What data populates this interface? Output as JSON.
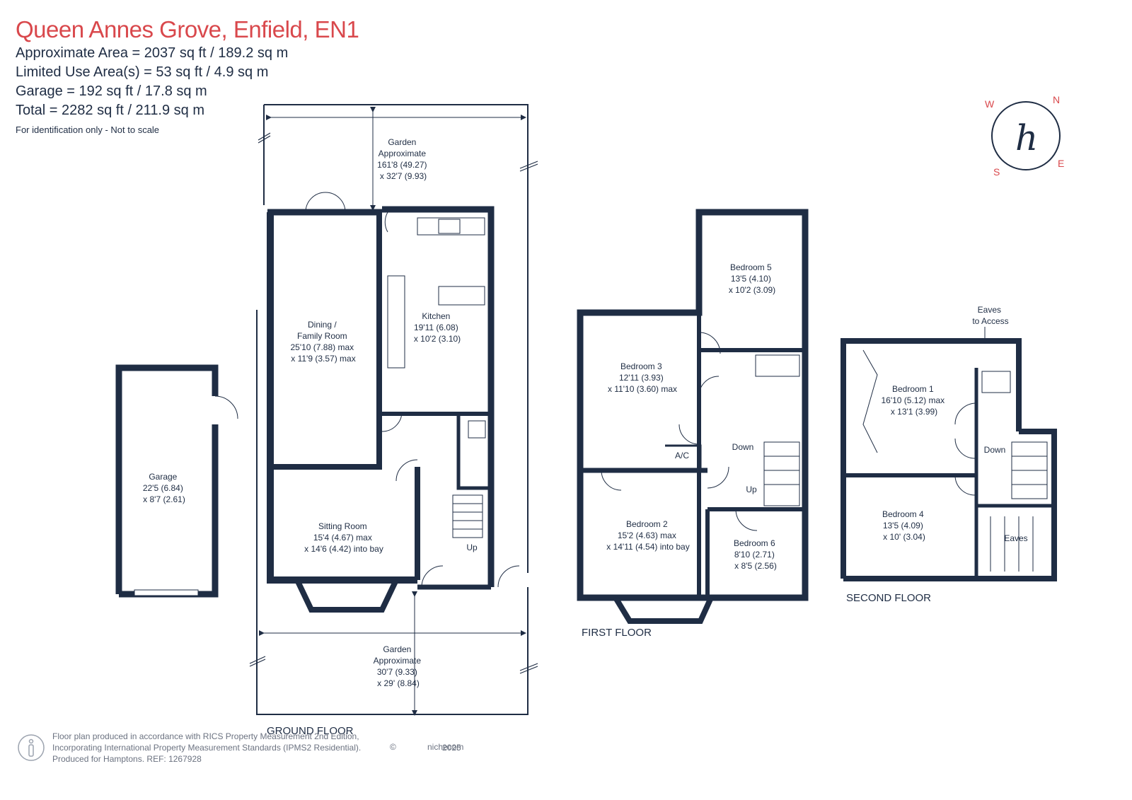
{
  "header": {
    "title": "Queen Annes Grove, Enfield, EN1",
    "approx_area": "Approximate Area = 2037 sq ft / 189.2 sq m",
    "limited_use": "Limited Use Area(s) = 53 sq ft / 4.9 sq m",
    "garage": "Garage = 192 sq ft / 17.8 sq m",
    "total": "Total = 2282 sq ft / 211.9 sq m",
    "note": "For identification only - Not to scale"
  },
  "compass": {
    "w": "W",
    "n": "N",
    "s": "S",
    "e": "E",
    "logo": "h"
  },
  "floors": {
    "ground": "GROUND FLOOR",
    "first": "FIRST FLOOR",
    "second": "SECOND FLOOR"
  },
  "rooms": {
    "garden_rear": [
      "Garden",
      "Approximate",
      "161'8 (49.27)",
      "x 32'7 (9.93)"
    ],
    "dining": [
      "Dining /",
      "Family Room",
      "25'10 (7.88) max",
      "x 11'9 (3.57) max"
    ],
    "kitchen": [
      "Kitchen",
      "19'11 (6.08)",
      "x 10'2 (3.10)"
    ],
    "sitting": [
      "Sitting Room",
      "15'4 (4.67) max",
      "x 14'6 (4.42) into bay"
    ],
    "garage": [
      "Garage",
      "22'5 (6.84)",
      "x 8'7 (2.61)"
    ],
    "garden_front": [
      "Garden",
      "Approximate",
      "30'7 (9.33)",
      "x 29' (8.84)"
    ],
    "bedroom5": [
      "Bedroom 5",
      "13'5 (4.10)",
      "x 10'2 (3.09)"
    ],
    "bedroom3": [
      "Bedroom 3",
      "12'11 (3.93)",
      "x 11'10 (3.60) max"
    ],
    "bedroom2": [
      "Bedroom 2",
      "15'2 (4.63) max",
      "x 14'11 (4.54) into bay"
    ],
    "bedroom6": [
      "Bedroom 6",
      "8'10 (2.71)",
      "x 8'5 (2.56)"
    ],
    "bedroom1": [
      "Bedroom 1",
      "16'10 (5.12) max",
      "x 13'1 (3.99)"
    ],
    "bedroom4": [
      "Bedroom 4",
      "13'5 (4.09)",
      "x 10' (3.04)"
    ],
    "eaves_access": [
      "Eaves",
      "to Access"
    ],
    "eaves": "Eaves",
    "ac": "A/C",
    "up": "Up",
    "down": "Down"
  },
  "footer": {
    "line1": "Floor plan produced in accordance with RICS Property Measurement 2nd Edition,",
    "line2": "Incorporating International Property Measurement Standards (IPMS2 Residential).",
    "line3": "Produced for Hamptons.   REF:     1267928",
    "copyright": "©",
    "brand": "nichecom",
    "year": "2025"
  },
  "colors": {
    "wall": "#1f2d44",
    "accent": "#d9484c"
  }
}
